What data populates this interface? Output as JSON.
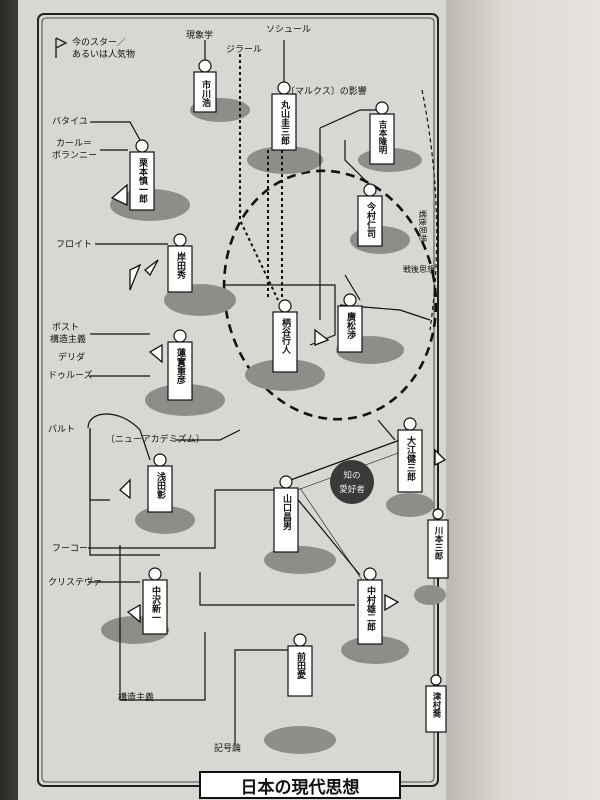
{
  "legend": {
    "line1": "今のスター／",
    "line2": "あるいは人気物"
  },
  "persons": [
    {
      "name": "市川浩"
    },
    {
      "name": "丸山圭三郎"
    },
    {
      "name": "吉本隆明"
    },
    {
      "name": "栗本慎一郎"
    },
    {
      "name": "今村仁司"
    },
    {
      "name": "岸田秀"
    },
    {
      "name": "柄谷行人"
    },
    {
      "name": "廣松渉"
    },
    {
      "name": "蓮實重彦"
    },
    {
      "name": "浅田彰"
    },
    {
      "name": "大江健三郎"
    },
    {
      "name": "山口昌男"
    },
    {
      "name": "川本三郎"
    },
    {
      "name": "中沢新一"
    },
    {
      "name": "中村雄二郎"
    },
    {
      "name": "前田愛"
    },
    {
      "name": "津村喬"
    }
  ],
  "labels": {
    "genshougaku": "現象学",
    "saussure": "ソシュール",
    "girard": "ジラール",
    "bataille": "バタイユ",
    "polanyi_1": "カール＝",
    "polanyi_2": "ポランニー",
    "freud": "フロイト",
    "post_1": "ポスト",
    "post_2": "構造主義",
    "derrida": "デリダ",
    "deleuze": "ドゥルーズ",
    "barthes": "バルト",
    "new_academism": "〔ニューアカデミズム〕",
    "foucault": "フーコー",
    "kristeva": "クリステヴァ",
    "structuralism": "構造主義",
    "semiotics": "記号論",
    "marx": "〔マルクス〕の影響",
    "senchu": "戦後思想",
    "senchu2": "戦後思想",
    "chi_1": "知の",
    "chi_2": "愛好者",
    "title": "日本の現代思想"
  },
  "colors": {
    "page": "#d9d7d2",
    "shadow": "#8f8d89",
    "ink": "#111111",
    "circle_fill": "#3a3a3a"
  }
}
